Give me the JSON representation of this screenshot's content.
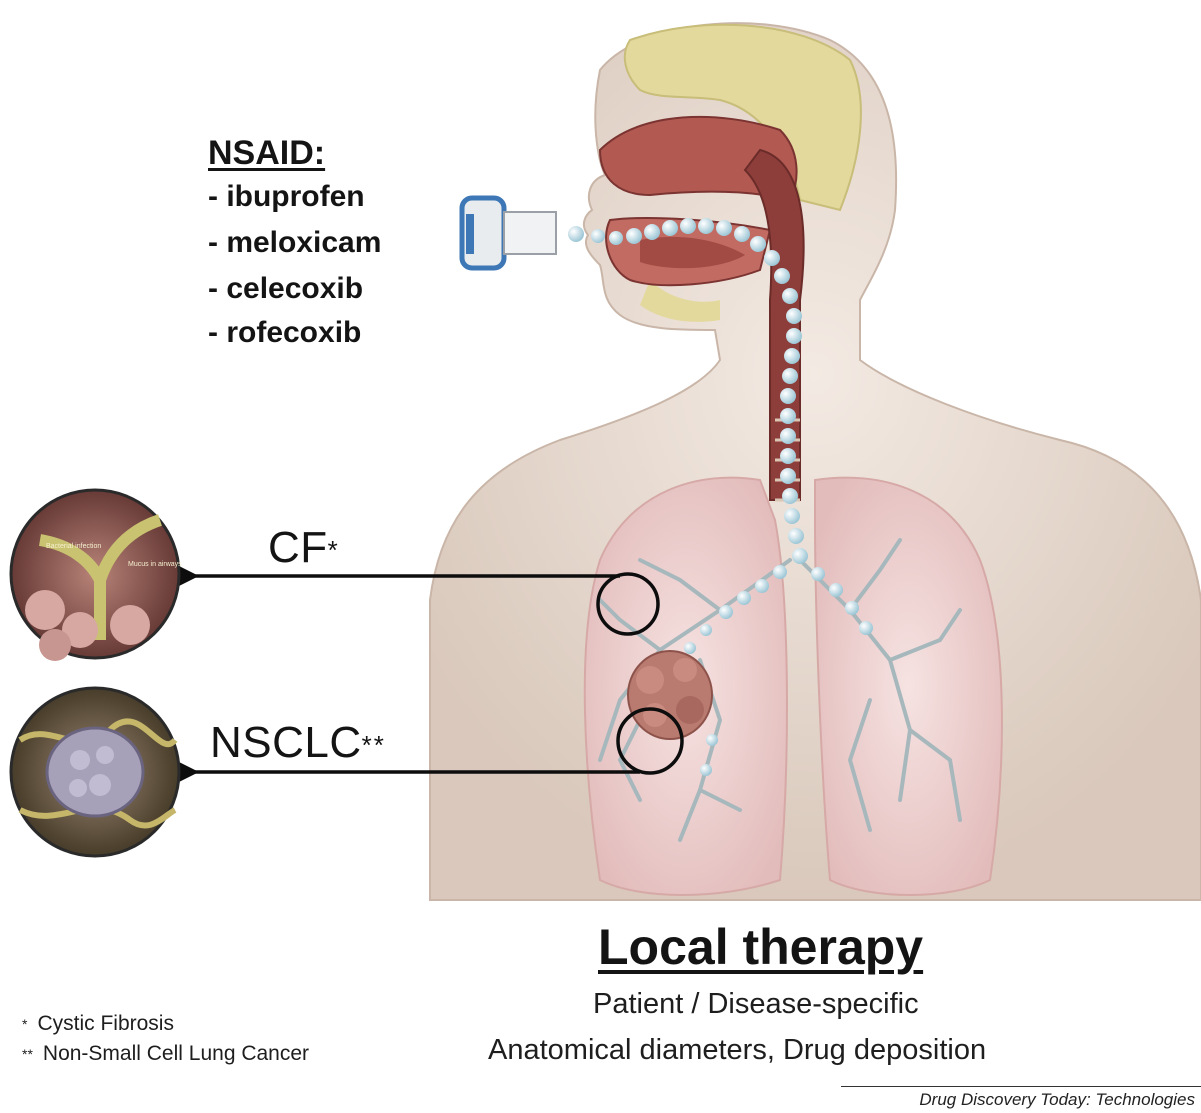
{
  "nsaid": {
    "title": "NSAID:",
    "drugs": [
      "- ibuprofen",
      "- meloxicam",
      "- celecoxib",
      "- rofecoxib"
    ]
  },
  "callouts": {
    "cf": {
      "label": "CF",
      "marker": "*"
    },
    "nsclc": {
      "label": "NSCLC",
      "marker": "**"
    }
  },
  "inset_labels": [
    "Bacterial infection",
    "Mucus in airways"
  ],
  "main": {
    "title": "Local therapy",
    "subtitle": "Patient / Disease-specific",
    "subtitle2": "Anatomical diameters, Drug deposition"
  },
  "footnotes": {
    "f1_marker": "*",
    "f1_text": "Cystic Fibrosis",
    "f2_marker": "**",
    "f2_text": "Non-Small Cell Lung Cancer"
  },
  "source": "Drug Discovery Today: Technologies",
  "colors": {
    "skin": "#e8dcd2",
    "airway": "#8e3e3a",
    "lung": "#efd4d2",
    "particle": "#cfe6ee",
    "bone": "#e2da9a",
    "tumor": "#b97a70"
  }
}
